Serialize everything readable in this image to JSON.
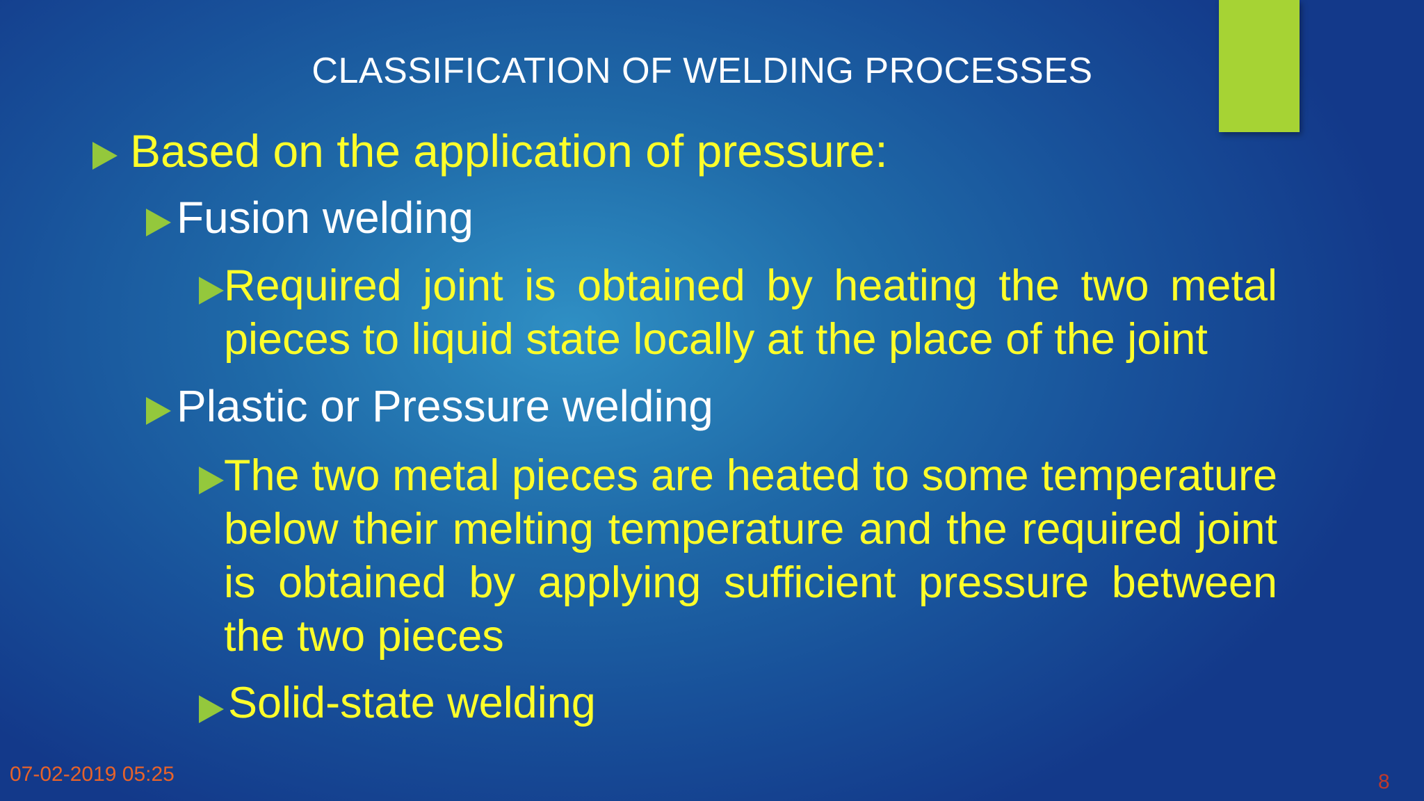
{
  "slide": {
    "title": "CLASSIFICATION OF WELDING PROCESSES",
    "bullets": [
      {
        "level": 1,
        "text": "Based on the application of pressure:"
      },
      {
        "level": 2,
        "text": "Fusion welding"
      },
      {
        "level": 3,
        "text": "Required joint is obtained by heating the two metal pieces to liquid state locally at the place of the joint"
      },
      {
        "level": 2,
        "text": "Plastic or Pressure welding"
      },
      {
        "level": 3,
        "text": "The two metal pieces are heated to some temperature below their melting temperature and the required joint is obtained by applying sufficient pressure between the two pieces"
      },
      {
        "level": 3,
        "text": "Solid-state welding"
      }
    ],
    "footer_date": "07-02-2019 05:25",
    "page_number": "8"
  },
  "colors": {
    "background": "#1f6aa8",
    "accent_bar": "#a6d334",
    "bullet_arrow": "#94c83c",
    "text_yellow": "#ffff2a",
    "text_white": "#ffffff",
    "date_color": "#e8632a",
    "page_number_color": "#c0392b"
  },
  "icons": {
    "bullet": "triangle-right-icon"
  }
}
